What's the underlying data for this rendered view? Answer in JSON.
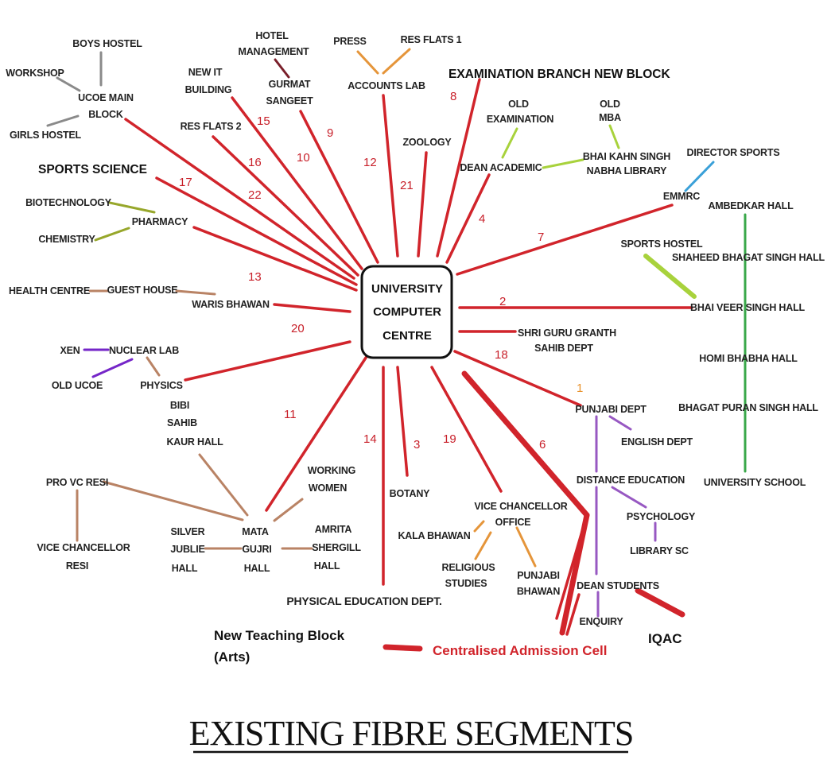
{
  "title": "EXISTING FIBRE SEGMENTS",
  "center": [
    "UNIVERSITY",
    "COMPUTER",
    "CENTRE"
  ],
  "colors": {
    "red": "#d1242b",
    "brown": "#b98365",
    "orange": "#e5953a",
    "lime": "#a8d23c",
    "olive": "#97a72b",
    "purple": "#9758c2",
    "violet": "#7526c8",
    "green": "#3aa84a",
    "blue": "#3aa0d8",
    "gray": "#8a8a8a",
    "maroon": "#7a1f2a"
  },
  "labels": {
    "boys_hostel": "BOYS HOSTEL",
    "workshop": "WORKSHOP",
    "ucoe_main_1": "UCOE MAIN",
    "ucoe_main_2": "BLOCK",
    "girls_hostel": "GIRLS HOSTEL",
    "new_it_1": "NEW IT",
    "new_it_2": "BUILDING",
    "hotel_1": "HOTEL",
    "hotel_2": "MANAGEMENT",
    "gurmat_1": "GURMAT",
    "gurmat_2": "SANGEET",
    "press": "PRESS",
    "res_flats_1": "RES FLATS 1",
    "accounts_lab": "ACCOUNTS LAB",
    "exam_new": "EXAMINATION BRANCH NEW BLOCK",
    "old_exam_1": "OLD",
    "old_exam_2": "EXAMINATION",
    "old_mba_1": "OLD",
    "old_mba_2": "MBA",
    "res_flats_2": "RES FLATS 2",
    "zoology": "ZOOLOGY",
    "dean_academic": "DEAN ACADEMIC",
    "bhai_kahn_1": "BHAI KAHN SINGH",
    "bhai_kahn_2": "NABHA LIBRARY",
    "director_sports": "DIRECTOR SPORTS",
    "sports_science": "SPORTS SCIENCE",
    "emmrc": "EMMRC",
    "biotech": "BIOTECHNOLOGY",
    "pharmacy": "PHARMACY",
    "chemistry": "CHEMISTRY",
    "ambedkar": "AMBEDKAR HALL",
    "sports_hostel": "SPORTS HOSTEL",
    "shaheed": "SHAHEED BHAGAT SINGH HALL",
    "health_centre": "HEALTH CENTRE",
    "guest_house": "GUEST HOUSE",
    "waris": "WARIS BHAWAN",
    "bhai_veer": "BHAI VEER SINGH HALL",
    "guru_granth_1": "SHRI GURU GRANTH",
    "guru_granth_2": "SAHIB DEPT",
    "xen": "XEN",
    "nuclear_lab": "NUCLEAR LAB",
    "old_ucoe": "OLD UCOE",
    "physics": "PHYSICS",
    "homi": "HOMI BHABHA HALL",
    "bibi_1": "BIBI",
    "bibi_2": "SAHIB",
    "bibi_3": "KAUR HALL",
    "punjabi_dept": "PUNJABI DEPT",
    "bhagat_puran": "BHAGAT PURAN SINGH HALL",
    "english_dept": "ENGLISH DEPT",
    "working_1": "WORKING",
    "working_2": "WOMEN",
    "pro_vc": "PRO VC RESI",
    "botany": "BOTANY",
    "distance_ed": "DISTANCE EDUCATION",
    "university_school": "UNIVERSITY SCHOOL",
    "vc_office_1": "VICE CHANCELLOR",
    "vc_office_2": "OFFICE",
    "psychology": "PSYCHOLOGY",
    "silver_1": "SILVER",
    "silver_2": "JUBLIE",
    "silver_3": "HALL",
    "mata_1": "MATA",
    "mata_2": "GUJRI",
    "mata_3": "HALL",
    "amrita_1": "AMRITA",
    "amrita_2": "SHERGILL",
    "amrita_3": "HALL",
    "kala_bhawan": "KALA BHAWAN",
    "library_sc": "LIBRARY SC",
    "vc_resi_1": "VICE CHANCELLOR",
    "vc_resi_2": "RESI",
    "religious_1": "RELIGIOUS",
    "religious_2": "STUDIES",
    "punjabi_bhawan_1": "PUNJABI",
    "punjabi_bhawan_2": "BHAWAN",
    "dean_students": "DEAN STUDENTS",
    "physical_ed": "PHYSICAL EDUCATION DEPT.",
    "enquiry": "ENQUIRY",
    "new_teaching_1": "New Teaching Block",
    "new_teaching_2": "(Arts)",
    "iqac": "IQAC",
    "centralised": "Centralised Admission Cell"
  },
  "segments": {
    "n1": "1",
    "n2": "2",
    "n3": "3",
    "n4": "4",
    "n6": "6",
    "n7": "7",
    "n8": "8",
    "n9": "9",
    "n10": "10",
    "n11": "11",
    "n12": "12",
    "n13": "13",
    "n14": "14",
    "n15": "15",
    "n16": "16",
    "n17": "17",
    "n18": "18",
    "n19": "19",
    "n20": "20",
    "n21": "21",
    "n22": "22"
  }
}
